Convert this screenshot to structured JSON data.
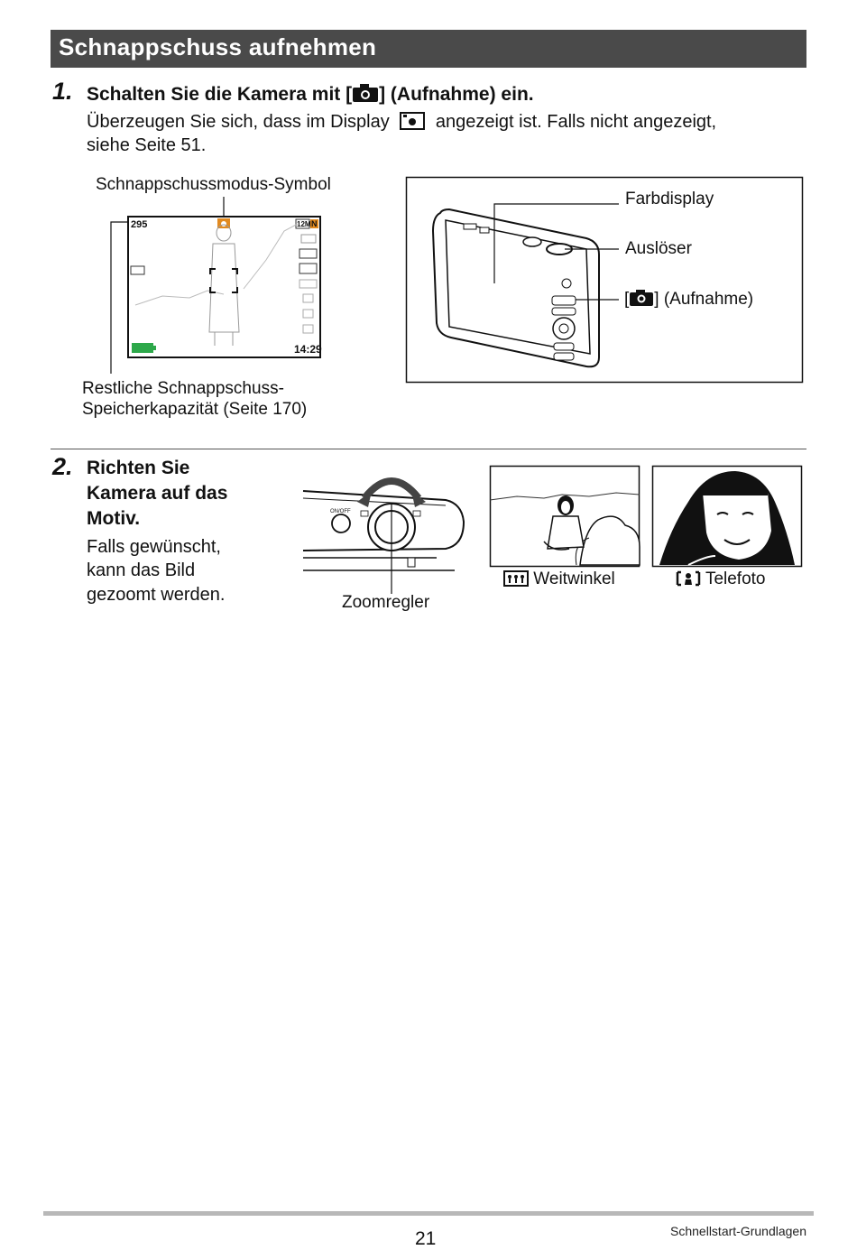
{
  "header": {
    "title": "Schnappschuss aufnehmen"
  },
  "step1": {
    "number": "1.",
    "heading_before": "Schalten Sie die Kamera mit [",
    "heading_after": "] (Aufnahme) ein.",
    "body_line1_before": "Überzeugen Sie sich, dass im Display",
    "body_line1_after": "angezeigt ist. Falls nicht angezeigt,",
    "body_line2": "siehe Seite 51."
  },
  "figure1": {
    "mode_symbol_label": "Schnappschussmodus-Symbol",
    "remaining_label_line1": "Restliche Schnappschuss-",
    "remaining_label_line2": "Speicherkapazität (Seite 170)",
    "lcd": {
      "shot_count": "295",
      "image_size": "12M",
      "quality": "N",
      "time": "14:29"
    }
  },
  "figure2": {
    "color_display_label": "Farbdisplay",
    "shutter_label": "Auslöser",
    "record_label_before": "[",
    "record_label_after": "] (Aufnahme)"
  },
  "step2": {
    "number": "2.",
    "heading_lines": [
      "Richten Sie",
      "Kamera auf das",
      "Motiv."
    ],
    "body_lines": [
      "Falls gewünscht,",
      "kann das Bild",
      "gezoomt werden."
    ]
  },
  "zoom_figure": {
    "zoom_lever_label": "Zoomregler",
    "on_off_label": "ON/OFF",
    "wide_label": "Weitwinkel",
    "tele_label": "Telefoto"
  },
  "footer": {
    "page_number": "21",
    "section": "Schnellstart-Grundlagen"
  }
}
